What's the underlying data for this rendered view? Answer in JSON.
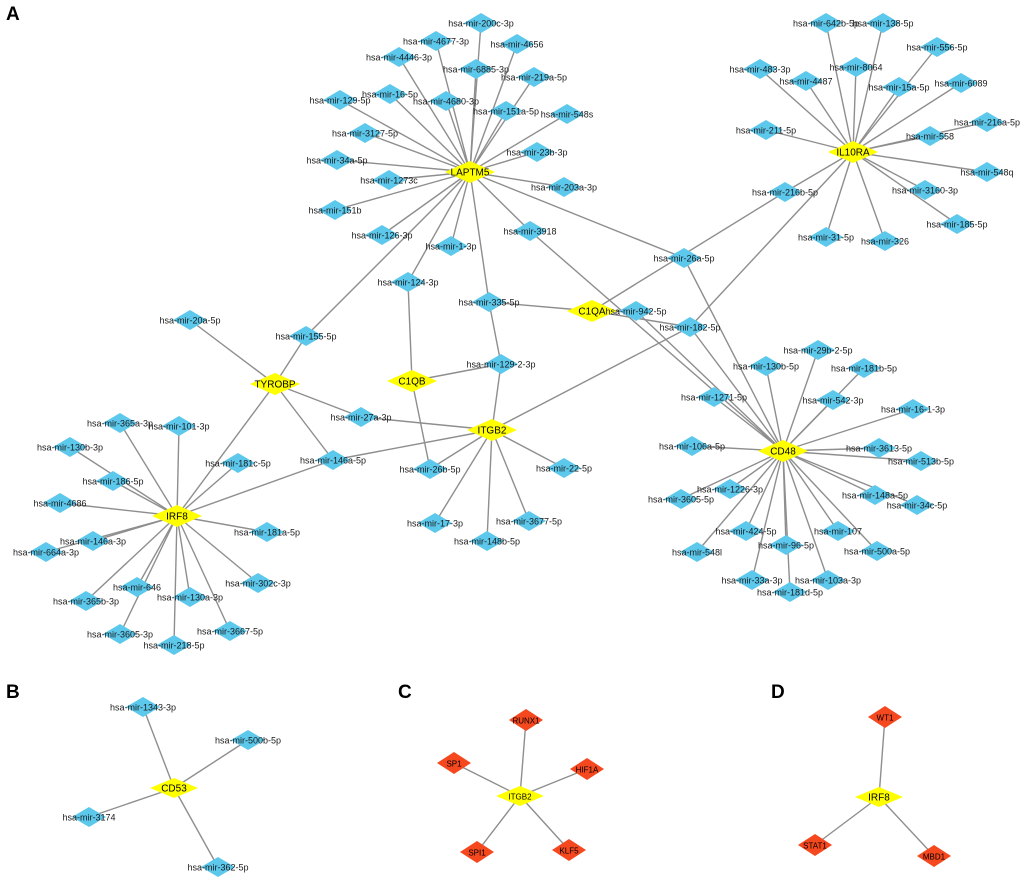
{
  "panels": [
    "A",
    "B",
    "C",
    "D"
  ],
  "colors": {
    "mirna": "#5cc8ec",
    "gene": "#ffff00",
    "tf": "#f5481f",
    "edge": "#8e8e8e"
  },
  "networks": [
    {
      "panel": "A",
      "hubs": [
        "LAPTM5",
        "IL10RA",
        "C1QA",
        "C1QB",
        "TYROBP",
        "ITGB2",
        "CD48",
        "IRF8"
      ],
      "nodes": [
        "LAPTM5",
        "IL10RA",
        "C1QA",
        "C1QB",
        "TYROBP",
        "ITGB2",
        "CD48",
        "IRF8",
        "hsa-mir-200c-3p",
        "hsa-mir-4677-3p",
        "hsa-mir-4446-3p",
        "hsa-mir-4656",
        "hsa-mir-6885-3p",
        "hsa-mir-219a-5p",
        "hsa-mir-129-5p",
        "hsa-mir-16-5p",
        "hsa-mir-4680-3p",
        "hsa-mir-151a-5p",
        "hsa-mir-548s",
        "hsa-mir-3127-5p",
        "hsa-mir-23b-3p",
        "hsa-mir-34a-5p",
        "hsa-mir-1273c",
        "hsa-mir-203a-3p",
        "hsa-mir-151b",
        "hsa-mir-126-3p",
        "hsa-mir-3918",
        "hsa-mir-1-3p",
        "hsa-mir-124-3p",
        "hsa-mir-335-5p",
        "hsa-mir-942-5p",
        "hsa-mir-26a-5p",
        "hsa-mir-182-5p",
        "hsa-mir-155-5p",
        "hsa-mir-20a-5p",
        "hsa-mir-129-2-3p",
        "hsa-mir-27a-3p",
        "hsa-mir-146a-5p",
        "hsa-mir-26b-5p",
        "hsa-mir-22-5p",
        "hsa-mir-17-3p",
        "hsa-mir-3677-5p",
        "hsa-mir-148b-5p",
        "hsa-mir-642b-5p",
        "hsa-mir-138-5p",
        "hsa-mir-556-5p",
        "hsa-mir-483-3p",
        "hsa-mir-4487",
        "hsa-mir-8064",
        "hsa-mir-15a-5p",
        "hsa-mir-6089",
        "hsa-mir-216a-5p",
        "hsa-mir-211-5p",
        "hsa-mir-558",
        "hsa-mir-548q",
        "hsa-mir-216b-5p",
        "hsa-mir-3160-3p",
        "hsa-mir-185-5p",
        "hsa-mir-31-5p",
        "hsa-mir-326",
        "hsa-mir-130b-5p",
        "hsa-mir-29b-2-5p",
        "hsa-mir-181b-5p",
        "hsa-mir-542-3p",
        "hsa-mir-1271-5p",
        "hsa-mir-16-1-3p",
        "hsa-mir-106a-5p",
        "hsa-mir-3613-5p",
        "hsa-mir-513b-5p",
        "hsa-mir-1226-3p",
        "hsa-mir-3605-5p",
        "hsa-mir-148a-5p",
        "hsa-mir-34c-5p",
        "hsa-mir-424-5p",
        "hsa-mir-107",
        "hsa-mir-548l",
        "hsa-mir-96-5p",
        "hsa-mir-500a-5p",
        "hsa-mir-33a-3p",
        "hsa-mir-103a-3p",
        "hsa-mir-181d-5p",
        "hsa-mir-365a-3p",
        "hsa-mir-101-3p",
        "hsa-mir-130b-3p",
        "hsa-mir-186-5p",
        "hsa-mir-181c-5p",
        "hsa-mir-4686",
        "hsa-mir-181a-5p",
        "hsa-mir-146a-3p",
        "hsa-mir-664a-3p",
        "hsa-mir-646",
        "hsa-mir-302c-3p",
        "hsa-mir-365b-3p",
        "hsa-mir-130a-3p",
        "hsa-mir-3667-5p",
        "hsa-mir-3605-3p",
        "hsa-mir-218-5p"
      ]
    },
    {
      "panel": "B",
      "hubs": [
        "CD53"
      ],
      "nodes": [
        "CD53",
        "hsa-mir-1343-3p",
        "hsa-mir-500b-5p",
        "hsa-mir-3174",
        "hsa-mir-362-5p"
      ]
    },
    {
      "panel": "C",
      "hubs": [
        "ITGB2"
      ],
      "nodes": [
        "ITGB2",
        "RUNX1",
        "SP1",
        "HIF1A",
        "SPI1",
        "KLF5"
      ]
    },
    {
      "panel": "D",
      "hubs": [
        "IRF8"
      ],
      "nodes": [
        "IRF8",
        "WT1",
        "STAT1",
        "MBD1"
      ]
    }
  ]
}
